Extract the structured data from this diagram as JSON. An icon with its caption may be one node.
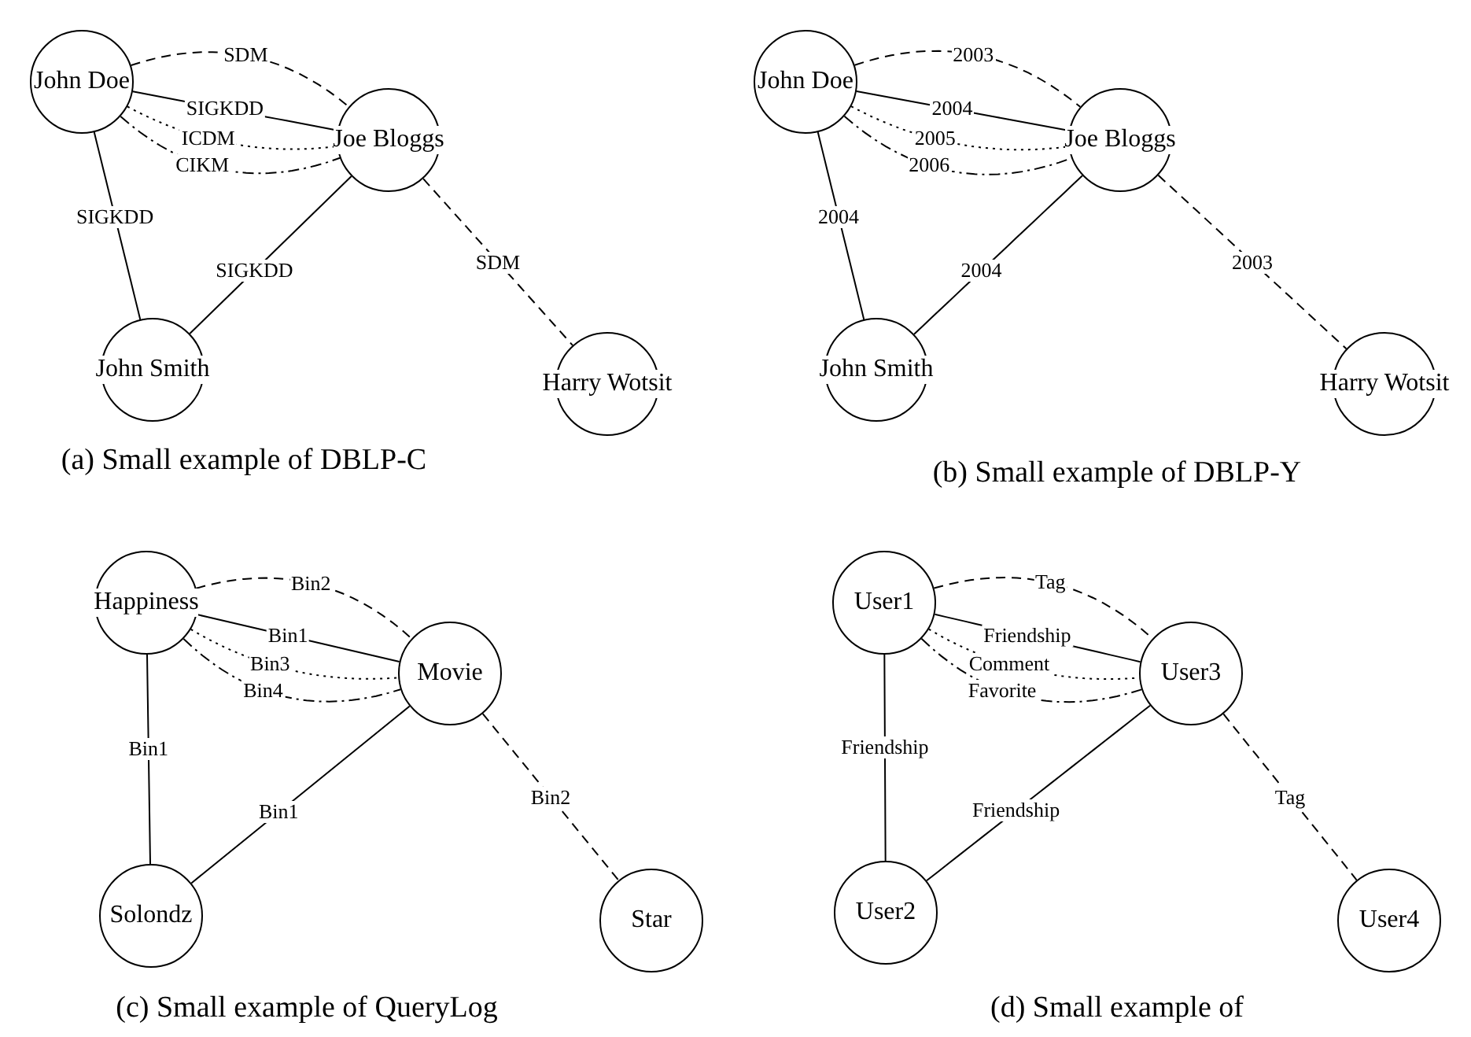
{
  "diagram": {
    "nodes": [
      {
        "text": [
          "John Doe"
        ]
      },
      {
        "text": [
          "Joe Bloggs"
        ]
      },
      {
        "text": [
          "John Smith"
        ]
      },
      {
        "text": [
          "Harry Wotsit"
        ]
      },
      {
        "text": [
          "John Doe"
        ]
      },
      {
        "text": [
          "Joe Bloggs"
        ]
      },
      {
        "text": [
          "John Smith"
        ]
      },
      {
        "text": [
          "Harry Wotsit"
        ]
      },
      {
        "text": [
          "Happiness"
        ]
      },
      {
        "text": [
          "Movie"
        ]
      },
      {
        "text": [
          "Solondz"
        ]
      },
      {
        "text": [
          "Star"
        ]
      },
      {
        "text": [
          "User1"
        ]
      },
      {
        "text": [
          "User3"
        ]
      },
      {
        "text": [
          "User2"
        ]
      },
      {
        "text": [
          "User4"
        ]
      }
    ],
    "edges": [
      {
        "from": 0,
        "to": 1,
        "arrow": "none",
        "label": "SDM",
        "style": "dashed"
      },
      {
        "from": 0,
        "to": 1,
        "arrow": "none",
        "label": "SIGKDD"
      },
      {
        "from": 0,
        "to": 1,
        "arrow": "none",
        "label": "ICDM",
        "style": "dashed"
      },
      {
        "from": 0,
        "to": 1,
        "arrow": "none",
        "label": "CIKM",
        "style": "dashed"
      },
      {
        "from": 0,
        "to": 2,
        "arrow": "none",
        "label": "SIGKDD"
      },
      {
        "from": 2,
        "to": 1,
        "arrow": "none",
        "label": "SIGKDD"
      },
      {
        "from": 1,
        "to": 3,
        "arrow": "none",
        "label": "SDM",
        "style": "dashed"
      },
      {
        "from": 4,
        "to": 5,
        "arrow": "none",
        "label": "2003",
        "style": "dashed"
      },
      {
        "from": 4,
        "to": 5,
        "arrow": "none",
        "label": "2004"
      },
      {
        "from": 4,
        "to": 5,
        "arrow": "none",
        "label": "2005",
        "style": "dashed"
      },
      {
        "from": 4,
        "to": 5,
        "arrow": "none",
        "label": "2006",
        "style": "dashed"
      },
      {
        "from": 4,
        "to": 6,
        "arrow": "none",
        "label": "2004"
      },
      {
        "from": 6,
        "to": 5,
        "arrow": "none",
        "label": "2004"
      },
      {
        "from": 5,
        "to": 7,
        "arrow": "none",
        "label": "2003",
        "style": "dashed"
      },
      {
        "from": 8,
        "to": 9,
        "arrow": "none",
        "label": "Bin2",
        "style": "dashed"
      },
      {
        "from": 8,
        "to": 9,
        "arrow": "none",
        "label": "Bin1"
      },
      {
        "from": 8,
        "to": 9,
        "arrow": "none",
        "label": "Bin3",
        "style": "dashed"
      },
      {
        "from": 8,
        "to": 9,
        "arrow": "none",
        "label": "Bin4",
        "style": "dashed"
      },
      {
        "from": 8,
        "to": 10,
        "arrow": "none",
        "label": "Bin1"
      },
      {
        "from": 10,
        "to": 9,
        "arrow": "none",
        "label": "Bin1"
      },
      {
        "from": 9,
        "to": 11,
        "arrow": "none",
        "label": "Bin2",
        "style": "dashed"
      },
      {
        "from": 12,
        "to": 13,
        "arrow": "none",
        "label": "Tag",
        "style": "dashed"
      },
      {
        "from": 12,
        "to": 13,
        "arrow": "none",
        "label": "Friendship"
      },
      {
        "from": 12,
        "to": 13,
        "arrow": "none",
        "label": "Comment",
        "style": "dashed"
      },
      {
        "from": 12,
        "to": 13,
        "arrow": "none",
        "label": "Favorite",
        "style": "dashed"
      },
      {
        "from": 12,
        "to": 14,
        "arrow": "none",
        "label": "Friendship"
      },
      {
        "from": 14,
        "to": 13,
        "arrow": "none",
        "label": "Friendship"
      },
      {
        "from": 13,
        "to": 15,
        "arrow": "none",
        "label": "Tag",
        "style": "dashed"
      }
    ],
    "labels": [
      "(a) Small example of DBLP-C",
      "(b) Small example of DBLP-Y",
      "(c) Small example of QueryLog",
      "(d) Small example of"
    ]
  }
}
